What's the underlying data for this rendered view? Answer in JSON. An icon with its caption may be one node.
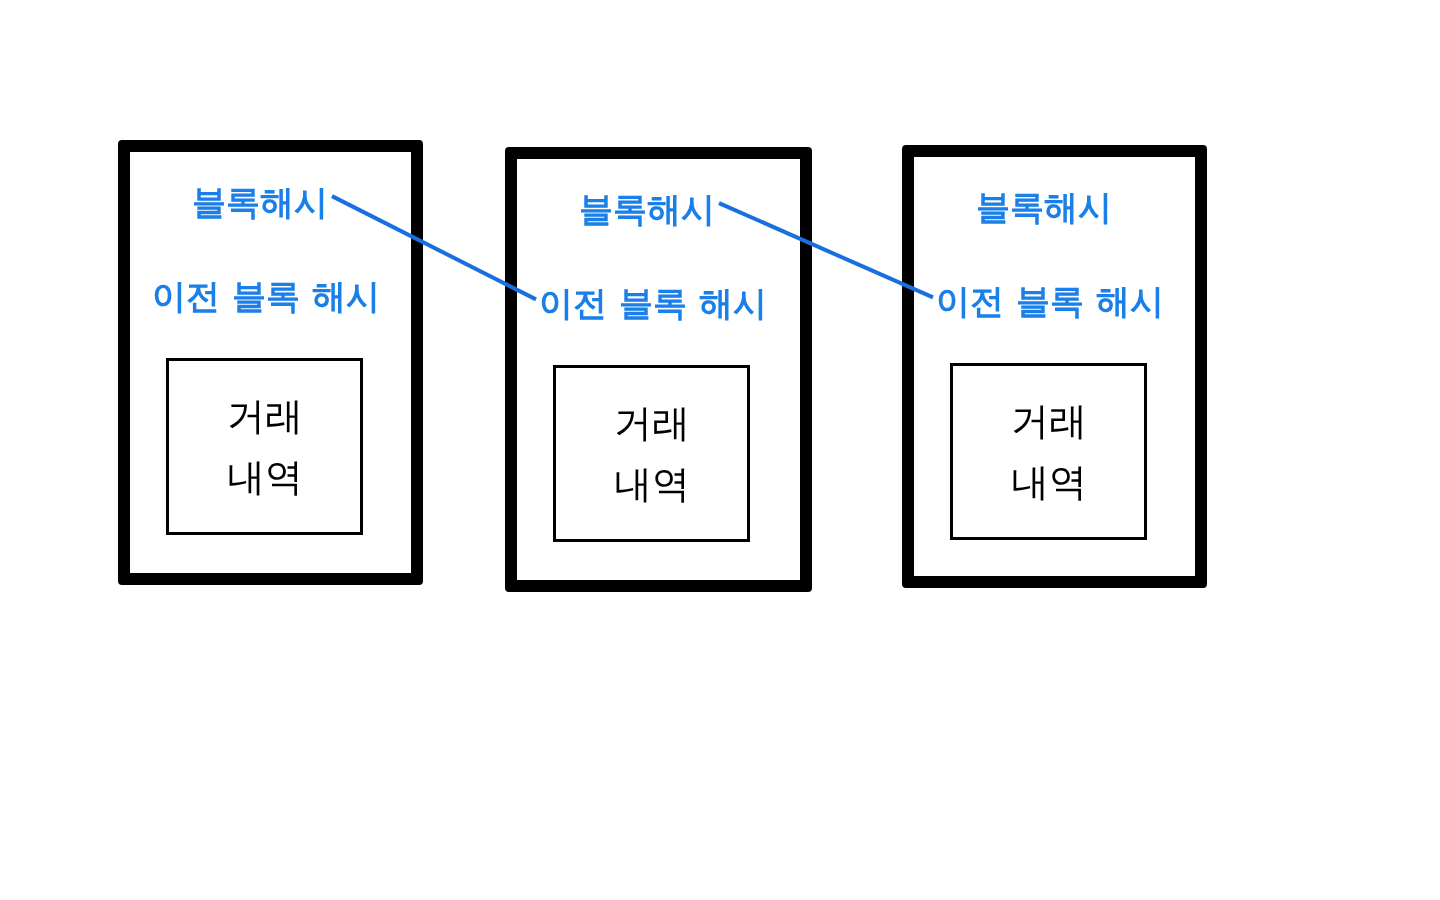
{
  "diagram": {
    "nodes": [
      {
        "text": [],
        "shape": "box"
      },
      {
        "text": [
          "블록해시"
        ],
        "in": 0
      },
      {
        "text": [
          "이전 블록 해시"
        ],
        "in": 0
      },
      {
        "text": [
          "거래 내역"
        ],
        "in": 0
      },
      {
        "text": [],
        "shape": "box"
      },
      {
        "text": [
          "블록해시"
        ],
        "in": 4
      },
      {
        "text": [
          "이전 블록 해시"
        ],
        "in": 4
      },
      {
        "text": [
          "거래 내역"
        ],
        "in": 4
      },
      {
        "text": [],
        "shape": "box"
      },
      {
        "text": [
          "블록해시"
        ],
        "in": 8
      },
      {
        "text": [
          "이전 블록 해시"
        ],
        "in": 8
      },
      {
        "text": [
          "거래 내역"
        ],
        "in": 8
      }
    ],
    "edges": [
      {
        "from": 1,
        "to": 6,
        "arrow": "none"
      },
      {
        "from": 5,
        "to": 10,
        "arrow": "none"
      }
    ]
  }
}
